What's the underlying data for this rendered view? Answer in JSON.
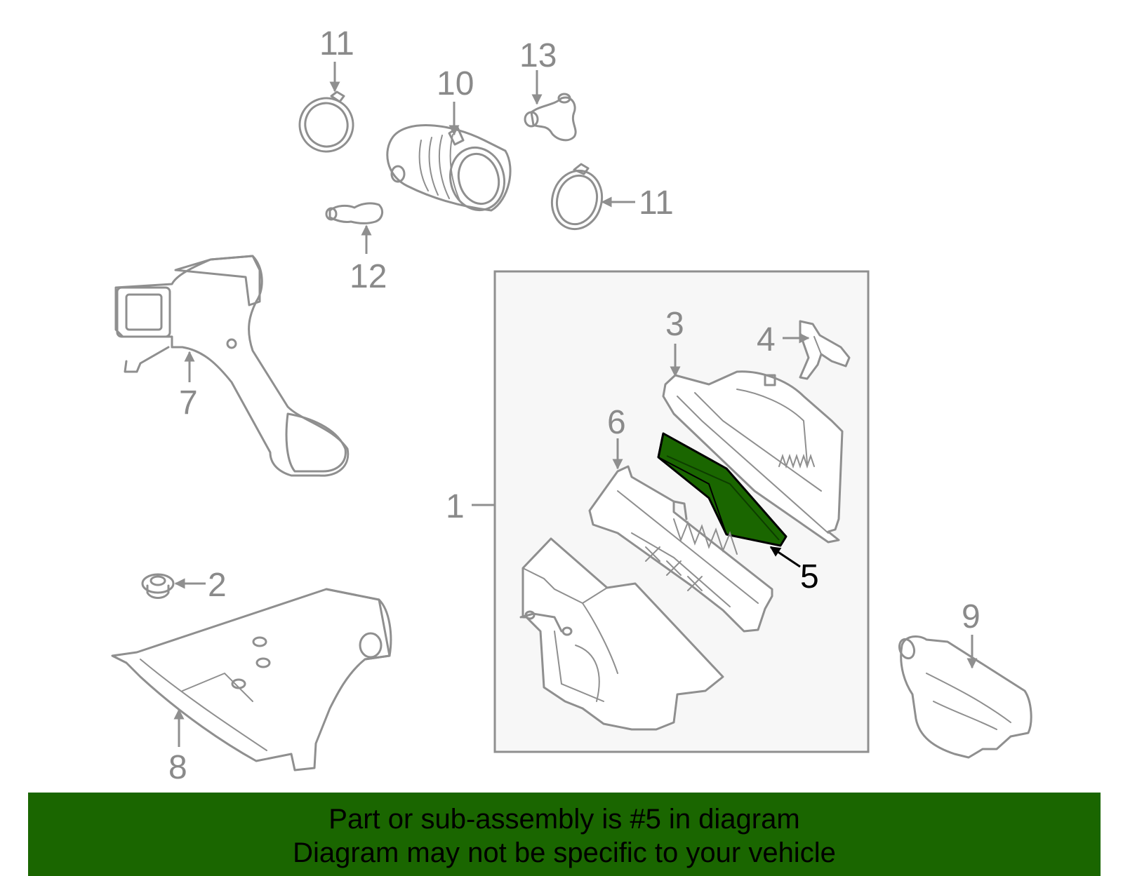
{
  "callouts": {
    "c1": "1",
    "c2": "2",
    "c3": "3",
    "c4": "4",
    "c5": "5",
    "c6": "6",
    "c7": "7",
    "c8": "8",
    "c9": "9",
    "c10": "10",
    "c11a": "11",
    "c11b": "11",
    "c12": "12",
    "c13": "13"
  },
  "banner": {
    "line1": "Part or sub-assembly is #5 in diagram",
    "line2": "Diagram may not be specific to your vehicle"
  },
  "colors": {
    "highlight": "#1a6600",
    "line": "#8f8f8f",
    "box_background": "#f7f7f7"
  }
}
